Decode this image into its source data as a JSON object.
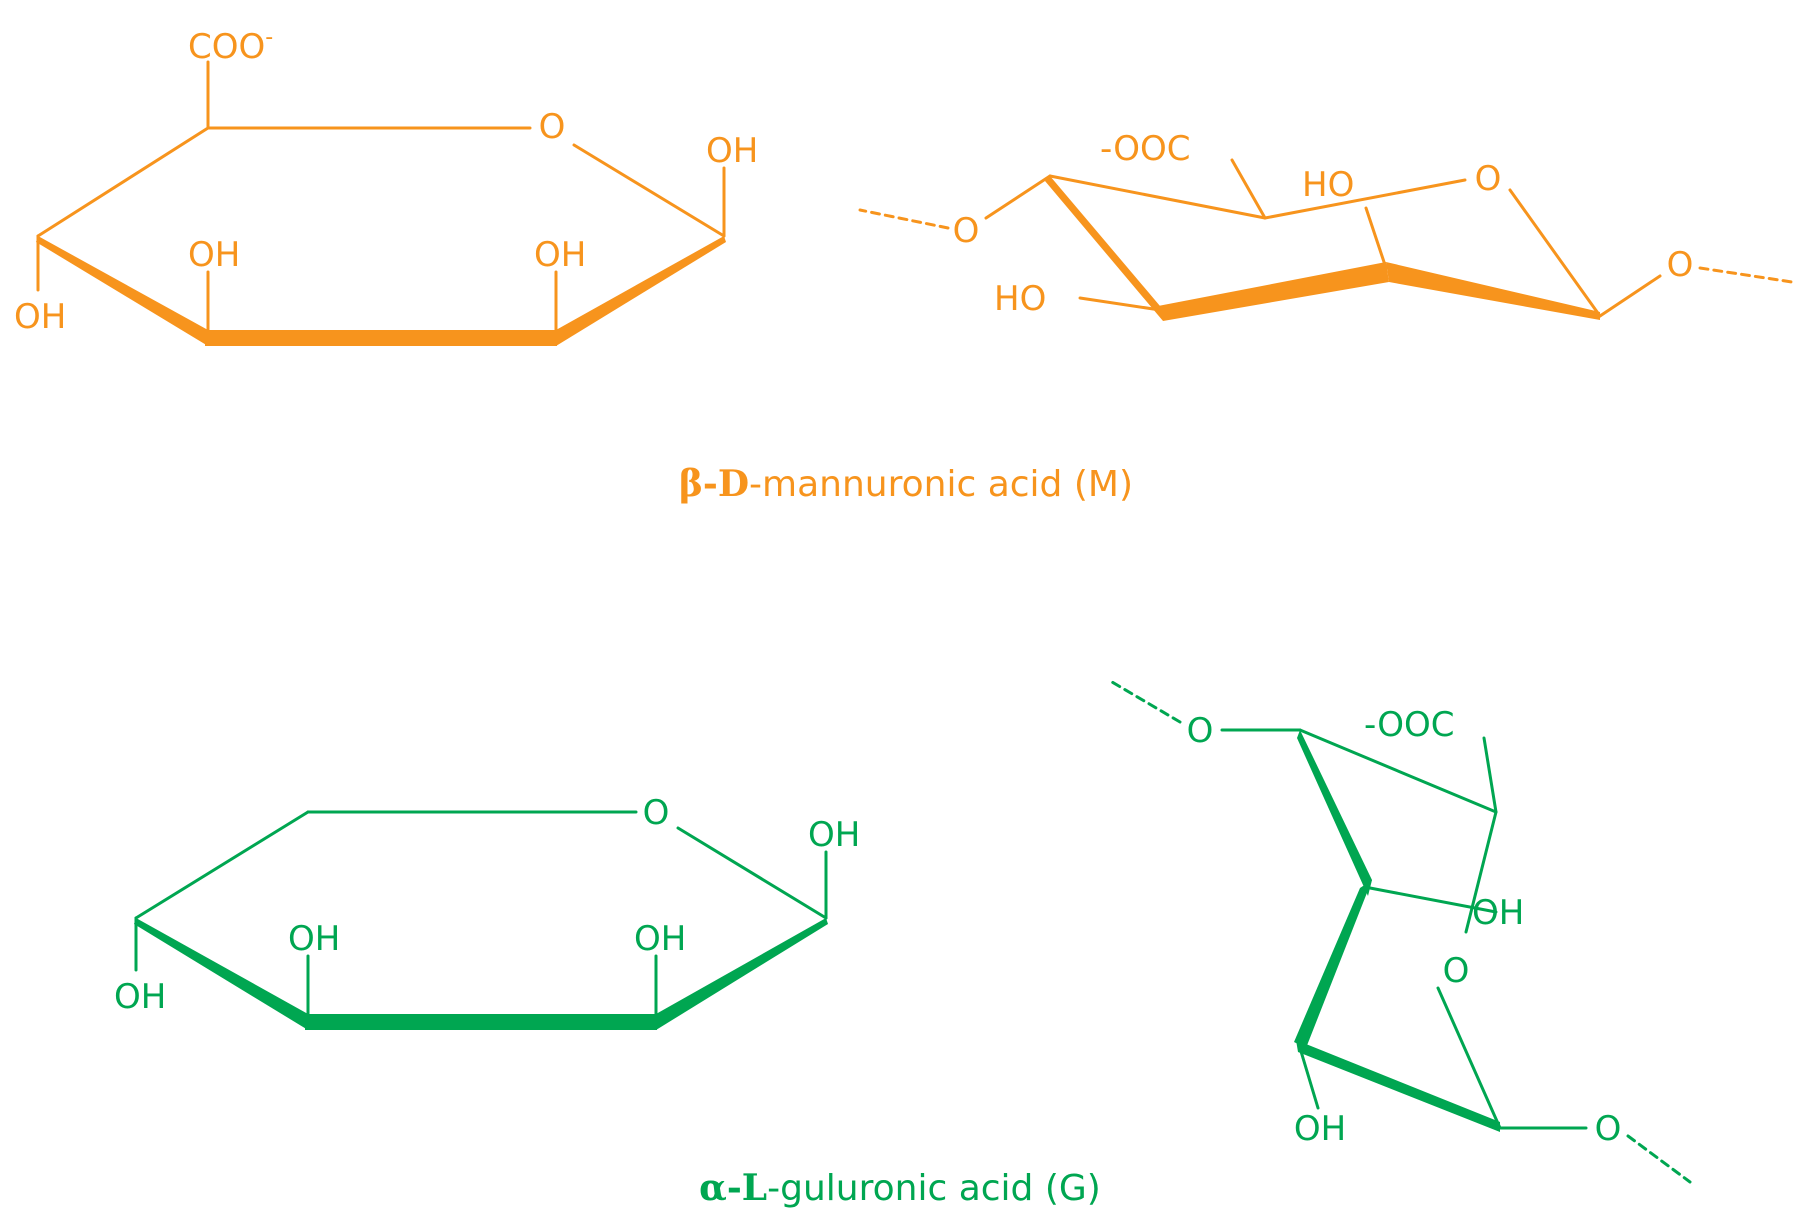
{
  "colors": {
    "mannuronic": "#f7941d",
    "guluronic": "#00a651",
    "background": "#ffffff"
  },
  "mannuronic": {
    "caption_prefix": "β-D",
    "caption_rest": "-mannuronic acid (M)",
    "haworth": {
      "carboxylate": "COO",
      "charge": "-",
      "ring_oxygen": "O",
      "oh_anomeric": "OH",
      "oh_c2": "OH",
      "oh_c3": "OH",
      "oh_c4": "OH"
    },
    "chair": {
      "carboxylate": "-OOC",
      "ring_oxygen": "O",
      "ho_c2": "HO",
      "ho_c3": "HO",
      "glycosidic_o_left": "O",
      "glycosidic_o_right": "O"
    }
  },
  "guluronic": {
    "caption_prefix": "α-L",
    "caption_rest": "-guluronic acid (G)",
    "haworth": {
      "ring_oxygen": "O",
      "oh_anomeric": "OH",
      "oh_c2": "OH",
      "oh_c3": "OH",
      "oh_c4": "OH"
    },
    "chair": {
      "carboxylate": "-OOC",
      "ring_oxygen": "O",
      "oh_c3": "OH",
      "oh_c2": "OH",
      "glycosidic_o_top": "O",
      "glycosidic_o_bottom": "O"
    }
  }
}
